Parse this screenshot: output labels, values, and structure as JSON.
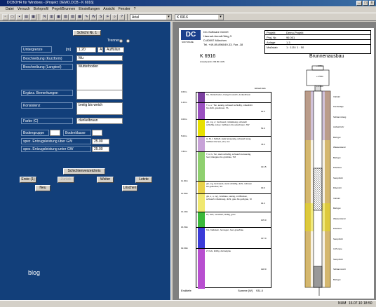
{
  "window": {
    "title": "DCBOHR für Windows - [Projekt: DEMO.DCB - K 6916]",
    "min": "_",
    "max": "□",
    "close": "x"
  },
  "menu": [
    "Datei",
    "Versuch",
    "Bohrprofil",
    "Pegel/Brunnen",
    "Einstellungen",
    "Ansicht",
    "Fenster",
    "?"
  ],
  "toolbar": {
    "letters": [
      "N",
      "W",
      "S",
      "F"
    ],
    "font_value": "Arial",
    "boring_value": "K 6916"
  },
  "form": {
    "schicht_title": "Schicht Nr. 1",
    "trenner_label": "Trenner",
    "untergrenze_label": "Untergrenze",
    "untergrenze_unit": "[m]",
    "untergrenze_value": "1.20",
    "untergrenze_letter": "A",
    "auffuellung_value": "Auffüllun",
    "kurz_label": "Beschreibung (Kurzform)",
    "kurz_value": "Mu",
    "lang_label": "Beschreibung (Langtext)",
    "lang_value": "Mutterboden",
    "erg_label": "Ergänz. Bemerkungen",
    "konsistenz_label": "Konsistenz",
    "konsistenz_value": "breiig bis weich",
    "farbe_label": "Farbe (C)",
    "farbe_value": "dunkelbraun",
    "gruppe_label": "Bodengruppe",
    "klasse_label": "Bodenklasse",
    "ueber_label": "spez. Entzugsleistung über GW",
    "ueber_value": "25.00",
    "unter_label": "spez. Entzugsleistung unter GW",
    "unter_value": "25.00",
    "btn_verzeichnis": "Schichtenverzeichnis",
    "btn_erste": "Erste (1)",
    "btn_zurueck": "Zurück",
    "btn_weiter": "Weiter",
    "btn_letzte": "Letzte",
    "btn_neu": "Neu",
    "btn_loeschen": "Löschen"
  },
  "watermark": "blog",
  "status": {
    "num": "NUM",
    "date": "16.07.10",
    "time": "18:50"
  },
  "sheet": {
    "company_abbr": "DC",
    "company_tagline": "SOFTWARE",
    "company_name": "DC-Software GmbH",
    "company_street": "Hannah-Arendt-Weg 3",
    "company_city": "D-80997 München",
    "company_phone": "Tel. +49-89-896049-33, Fax -18",
    "projekt_label": "Projekt",
    "projekt_value": "Demo-Projekt",
    "projnr_label": "Proj. Nr.",
    "projnr_value": "96 001",
    "anlage_label": "Anlage",
    "anlage_value": "1.3",
    "massstab_label": "Maßstab",
    "massstab_value": "1 : 115 / 1 : 50",
    "boring_name": "K 6916",
    "ansatzpunkt": "Ansatzpunkt: 203.80 mNN",
    "ausbau_title": "Brunnenausbau",
    "einlauf_label": "Einlauf-tiefe",
    "einlauf_value": "0.65 m",
    "summe_label": "Summe [W]",
    "summe_value": "931.0",
    "endtiefe_label": "Endtiefe"
  },
  "layers": [
    {
      "depth": "0.60m",
      "text": "Mu, Mutterboden, breiig bis weich, dunkelbraun",
      "value": "",
      "color": "#7b3fa0"
    },
    {
      "depth": "1.20m",
      "text": "T, s, u', Ton, sandig, schwach schluffig, mitteldicht bis dicht, graubraun, TA",
      "value": "62.5",
      "color": "#9a50c0"
    },
    {
      "depth": "3.00m",
      "text": "gS, mg, u', Grobsand, mittelkiesig, schwach schluffig, locker, hellbraun bis ockerbraun, SW",
      "value": "53.9",
      "color": "#e8e000"
    },
    {
      "depth": "5.00m",
      "text": "U, fS, f, Schluff, stark feinsandig, schwach tonig, halbfest bis fest, ebn, UA",
      "value": "78.5",
      "color": "#c8a2d8"
    },
    {
      "depth": "7.80m",
      "text": "T, ü, fs, Ton, stark schluffig, schwach feinsandig, fest, bläulgrau bis grünblau, TM",
      "value": "131.5",
      "color": "#8fd06f"
    },
    {
      "depth": "11.30m",
      "text": "gS, mg, Grobsand, stark schluffig, dicht, rotbraun bis gelbocker, SU",
      "value": "30.0",
      "color": "#e8d24a"
    },
    {
      "depth": "12.80m",
      "text": "gG, s, u, mg', Grobkies, steinig, mit Blöcken, schwach mittelkiesig, dicht, grau bis gelbgrau, SI",
      "value": "94.0",
      "color": "#f0e870"
    },
    {
      "depth": "14.20m",
      "text": "Zv, Fels, verwittert, klüftig, grau",
      "value": "105.0",
      "color": "#3ab83a"
    },
    {
      "depth": "16.50m",
      "text": "Kst, Kalkstein, homogen, fest, grau/blau",
      "value": "137.0",
      "color": "#3a3ad8"
    },
    {
      "depth": "19.00m",
      "text": "Z, Fels, klüftig, dunkelgrau",
      "value": "128.0",
      "color": "#b84fd0"
    }
  ],
  "ausbau_labels": [
    "+2.80m",
    "+1.50m",
    "+1.30m",
    "Vollrohr",
    "Kiesbeläge",
    "Schlammfang",
    "Aufsatzrohr",
    "Bohrgut",
    "Wasserstand",
    "Bohrgut",
    "Filterkies",
    "Sumpfrohr",
    "Filterrohr",
    "Vollrohr",
    "Bohrgut",
    "Wasserstand",
    "Filterkies",
    "Sumpfrohr",
    "U-Pumpe",
    "Sumpfrohr",
    "Schlammrohr",
    "Bohrgut"
  ]
}
